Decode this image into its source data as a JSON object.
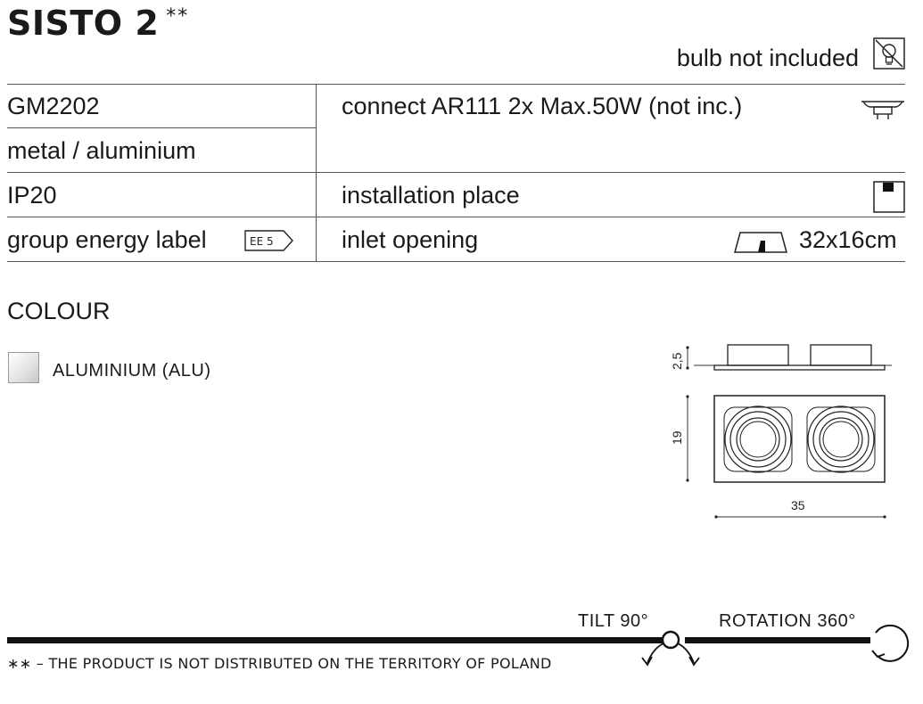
{
  "header": {
    "title": "SISTO 2",
    "stars": "**",
    "bulb_note": "bulb not included"
  },
  "specs": {
    "code": "GM2202",
    "material": "metal / aluminium",
    "ip": "IP20",
    "energy_label": "group energy label",
    "energy_badge": "EE 5",
    "connect": "connect AR111 2x Max.50W (not inc.)",
    "install": "installation place",
    "inlet": "inlet opening",
    "inlet_size": "32x16cm"
  },
  "colour": {
    "title": "COLOUR",
    "items": [
      {
        "label": "ALUMINIUM (ALU)"
      }
    ]
  },
  "drawing": {
    "height_dim": "2,5",
    "depth_dim": "19",
    "width_dim": "35"
  },
  "footer": {
    "tilt": "TILT 90°",
    "rotation": "ROTATION 360°",
    "note": "∗∗  –  THE PRODUCT IS NOT DISTRIBUTED ON THE TERRITORY OF POLAND"
  }
}
